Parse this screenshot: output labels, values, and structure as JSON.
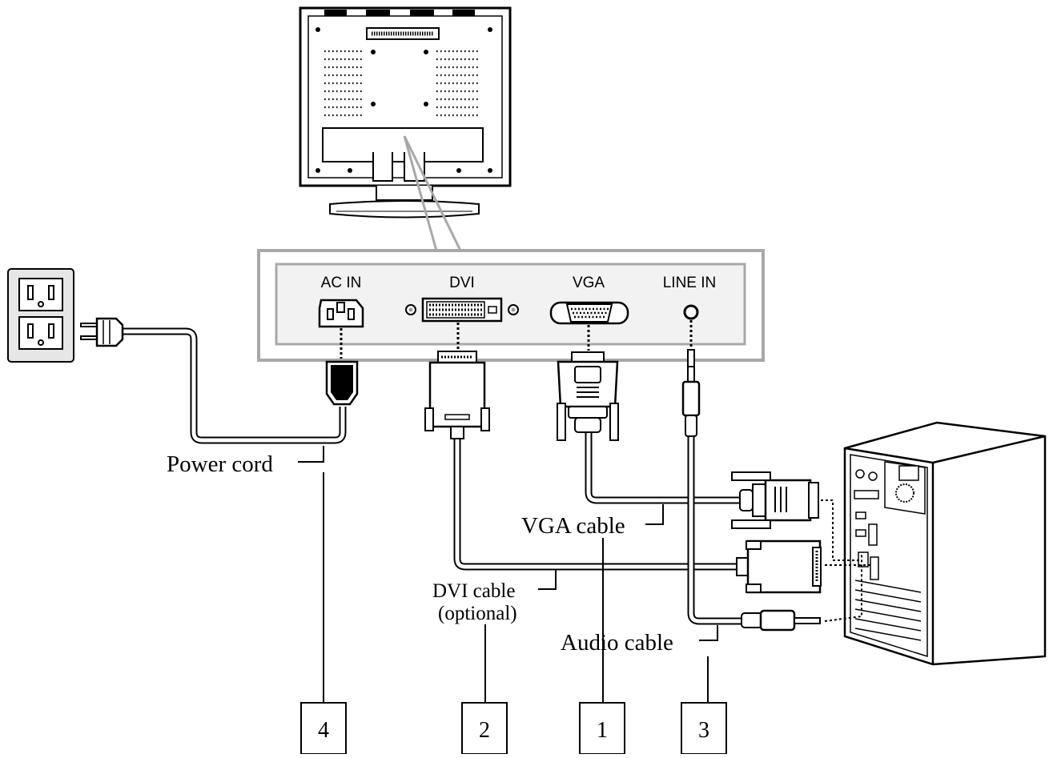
{
  "ports": {
    "ac_in": "AC IN",
    "dvi": "DVI",
    "vga": "VGA",
    "line_in": "LINE IN"
  },
  "callouts": {
    "power_cord": "Power cord",
    "vga_cable": "VGA cable",
    "dvi_cable": "DVI cable",
    "dvi_optional": "(optional)",
    "audio_cable": "Audio cable"
  },
  "numbers": {
    "power": "4",
    "dvi": "2",
    "vga": "1",
    "audio": "3"
  },
  "colors": {
    "line": "#000000",
    "panel_border": "#a8a8a8",
    "panel_fill": "#f2f2f2",
    "outlet_fill": "#e6e6e6"
  }
}
